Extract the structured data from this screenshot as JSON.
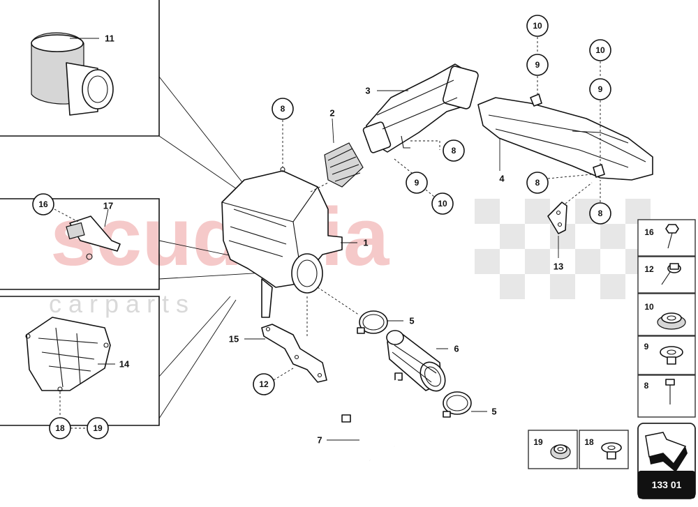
{
  "watermark": {
    "brand": "scuderia",
    "sub": "c a r   p a r t s",
    "color": "#f2b8b8"
  },
  "callouts": {
    "c11": "11",
    "c16": "16",
    "c17": "17",
    "c14": "14",
    "c18": "18",
    "c19": "19",
    "c8a": "8",
    "c2": "2",
    "c3": "3",
    "c1": "1",
    "c10a": "10",
    "c9a": "9",
    "c10b": "10",
    "c9b": "9",
    "c8b": "8",
    "c9c": "9",
    "c10c": "10",
    "c4": "4",
    "c8c": "8",
    "c8d": "8",
    "c13": "13",
    "c5a": "5",
    "c6": "6",
    "c5b": "5",
    "c15": "15",
    "c12": "12",
    "c7": "7"
  },
  "legend": {
    "items": [
      {
        "id": "16",
        "icon": "screw-icon"
      },
      {
        "id": "12",
        "icon": "bolt-washer-icon"
      },
      {
        "id": "10",
        "icon": "grommet-icon"
      },
      {
        "id": "9",
        "icon": "washer-icon"
      },
      {
        "id": "8",
        "icon": "bolt-icon"
      }
    ],
    "bottom": [
      {
        "id": "19",
        "icon": "grommet-icon"
      },
      {
        "id": "18",
        "icon": "washer-icon"
      }
    ],
    "page_number": "133 01"
  }
}
